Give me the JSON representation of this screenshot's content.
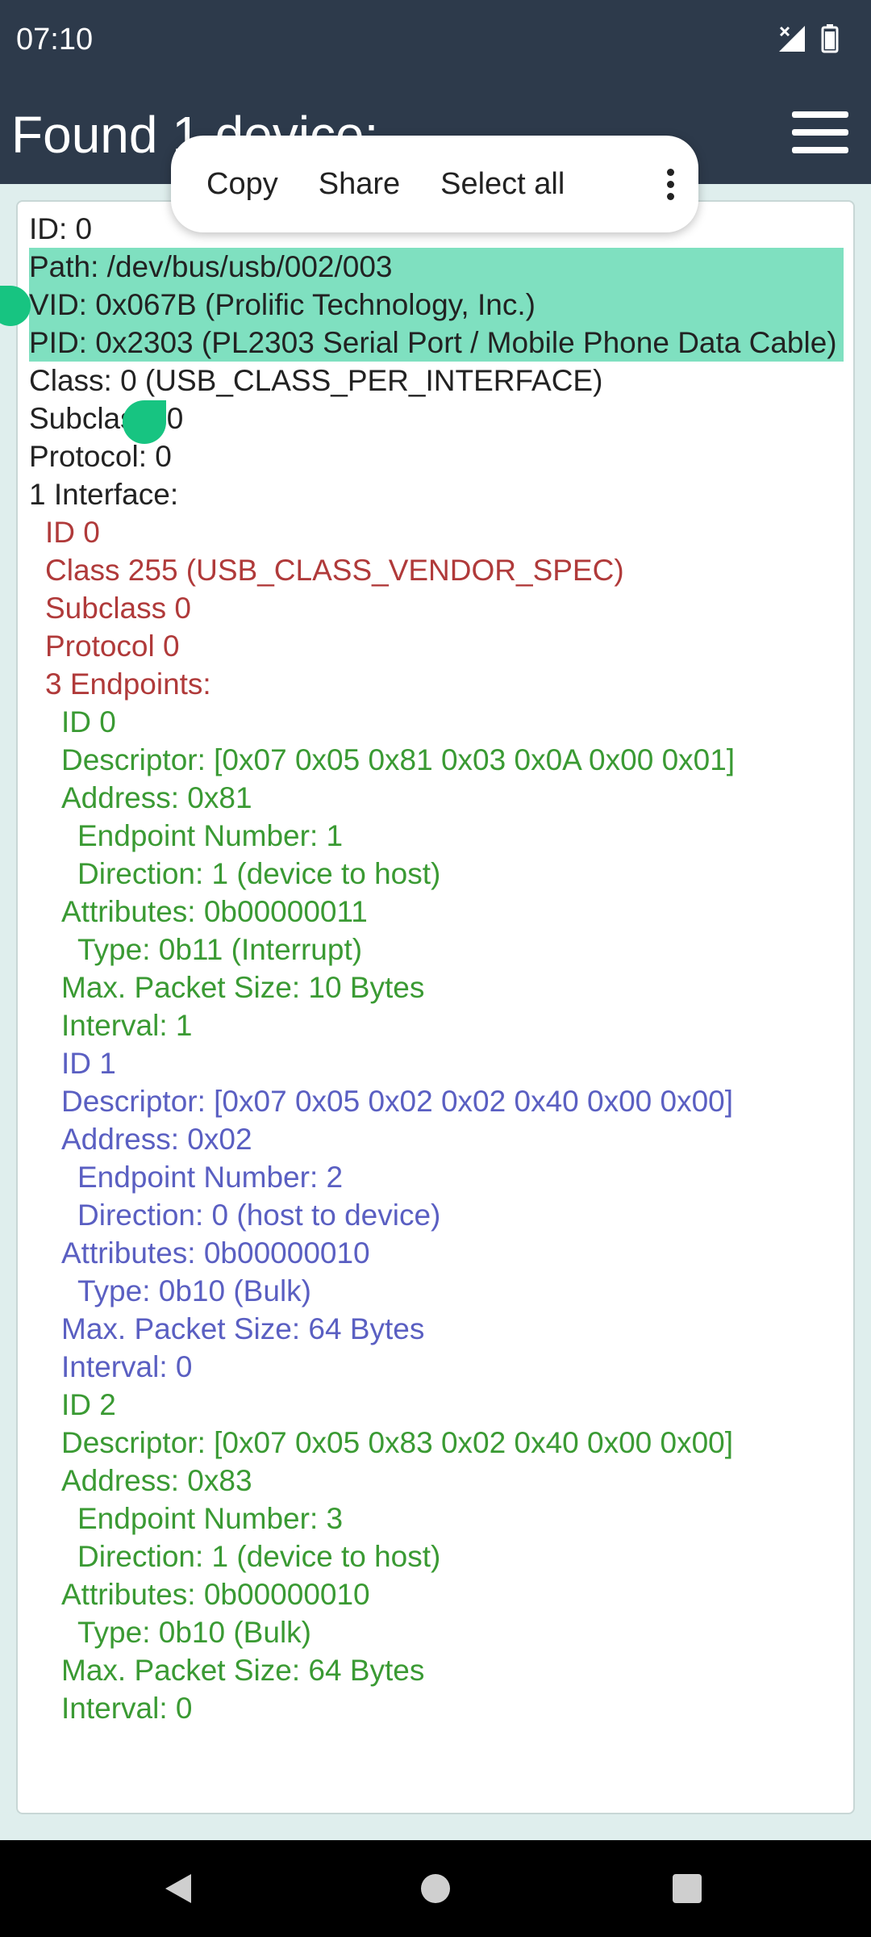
{
  "status_bar": {
    "time": "07:10"
  },
  "app_bar": {
    "title": "Found 1 device:"
  },
  "context_menu": {
    "copy": "Copy",
    "share": "Share",
    "select_all": "Select all"
  },
  "device": {
    "id": "ID: 0",
    "path": "Path: /dev/bus/usb/002/003",
    "vid": "VID: 0x067B (Prolific Technology, Inc.)",
    "pid": "PID: 0x2303 (PL2303 Serial Port / Mobile Phone Data Cable)",
    "class": "Class: 0 (USB_CLASS_PER_INTERFACE)",
    "subclass": "Subclass: 0",
    "protocol": "Protocol: 0",
    "interfaces": "1 Interface:"
  },
  "interface": {
    "id": "ID 0",
    "class": "Class 255 (USB_CLASS_VENDOR_SPEC)",
    "subclass": "Subclass 0",
    "protocol": "Protocol 0",
    "endpoints": "3 Endpoints:"
  },
  "endpoints": [
    {
      "id": "ID 0",
      "descriptor": "Descriptor: [0x07 0x05 0x81 0x03 0x0A 0x00 0x01]",
      "address": "Address: 0x81",
      "endpoint_number": "Endpoint Number: 1",
      "direction": "Direction: 1 (device to host)",
      "attributes": "Attributes: 0b00000011",
      "type": "Type: 0b11 (Interrupt)",
      "max_packet": "Max. Packet Size: 10 Bytes",
      "interval": "Interval: 1"
    },
    {
      "id": "ID 1",
      "descriptor": "Descriptor: [0x07 0x05 0x02 0x02 0x40 0x00 0x00]",
      "address": "Address: 0x02",
      "endpoint_number": "Endpoint Number: 2",
      "direction": "Direction: 0 (host to device)",
      "attributes": "Attributes: 0b00000010",
      "type": "Type: 0b10 (Bulk)",
      "max_packet": "Max. Packet Size: 64 Bytes",
      "interval": "Interval: 0"
    },
    {
      "id": "ID 2",
      "descriptor": "Descriptor: [0x07 0x05 0x83 0x02 0x40 0x00 0x00]",
      "address": "Address: 0x83",
      "endpoint_number": "Endpoint Number: 3",
      "direction": "Direction: 1 (device to host)",
      "attributes": "Attributes: 0b00000010",
      "type": "Type: 0b10 (Bulk)",
      "max_packet": "Max. Packet Size: 64 Bytes",
      "interval": "Interval: 0"
    }
  ]
}
